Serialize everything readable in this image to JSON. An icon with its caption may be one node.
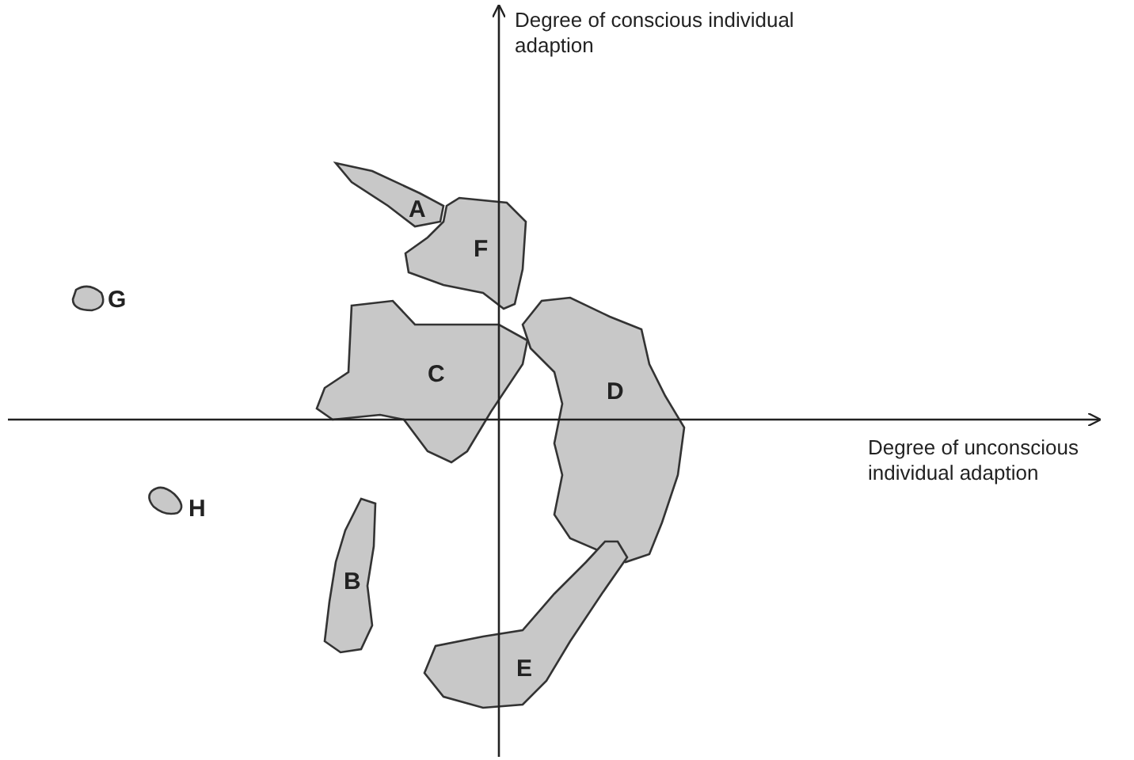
{
  "diagram": {
    "nodes": [
      {
        "text": [
          "A"
        ]
      },
      {
        "text": [
          "F"
        ]
      },
      {
        "text": [
          "G"
        ]
      },
      {
        "text": [
          "C"
        ]
      },
      {
        "text": [
          "D"
        ]
      },
      {
        "text": [
          "H"
        ]
      },
      {
        "text": [
          "B"
        ]
      },
      {
        "text": [
          "E"
        ]
      }
    ],
    "labels": [
      "Degree of conscious individual adaption",
      "Degree of unconscious individual adaption"
    ]
  }
}
